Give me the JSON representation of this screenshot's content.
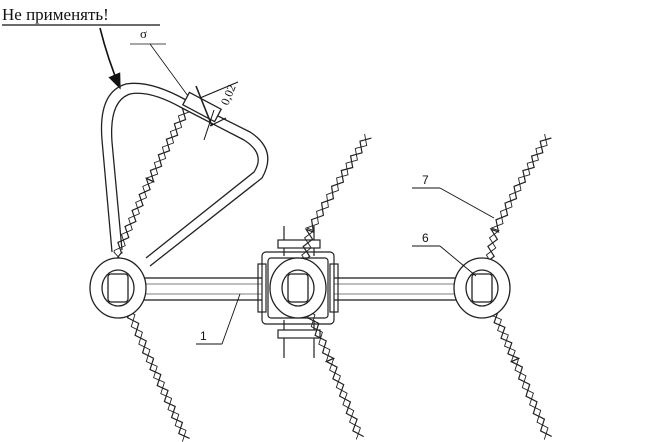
{
  "note": "Не применять!",
  "dimension": "0,02",
  "symbol": "σ",
  "callouts": {
    "rod": "1",
    "insert": "6",
    "strand": "7"
  }
}
